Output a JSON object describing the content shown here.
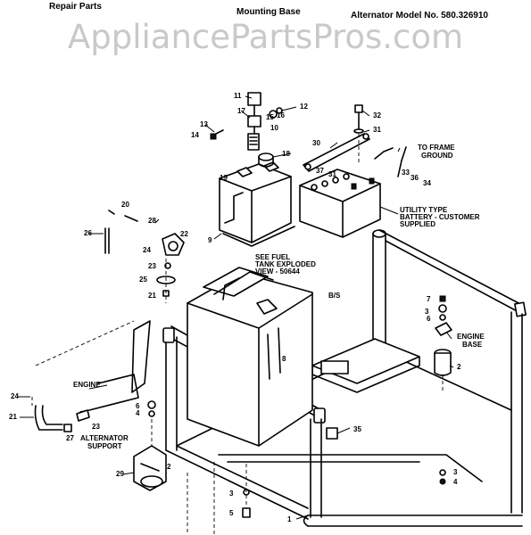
{
  "header": {
    "left": "Repair Parts",
    "center": "Mounting Base",
    "right": "Alternator Model No. 580.326910"
  },
  "watermark": "AppliancePartsPros.com",
  "labels": {
    "to_frame_ground": [
      "TO FRAME",
      "GROUND"
    ],
    "battery_note": [
      "UTILITY TYPE",
      "BATTERY - CUSTOMER",
      "SUPPLIED"
    ],
    "fuel_tank_note": [
      "SEE FUEL",
      "TANK EXPLODED",
      "VIEW - 50644"
    ],
    "bs": "B/S",
    "engine_base": [
      "ENGINE",
      "BASE"
    ],
    "engine": "ENGINE",
    "alternator_support": [
      "ALTERNATOR",
      "SUPPORT"
    ]
  },
  "part_numbers": [
    "1",
    "2",
    "2",
    "3",
    "3",
    "3",
    "4",
    "4",
    "5",
    "6",
    "6",
    "7",
    "8",
    "9",
    "10",
    "11",
    "12",
    "13",
    "14",
    "15",
    "16",
    "17",
    "18",
    "19",
    "20",
    "21",
    "21",
    "22",
    "23",
    "23",
    "24",
    "24",
    "25",
    "26",
    "27",
    "28",
    "29",
    "30",
    "31",
    "31",
    "32",
    "33",
    "34",
    "35",
    "36",
    "37"
  ]
}
